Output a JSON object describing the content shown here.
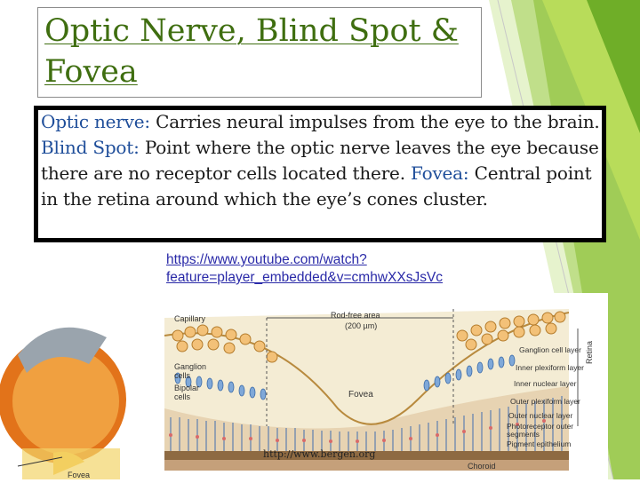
{
  "slide": {
    "title": "Optic Nerve, Blind Spot & Fovea",
    "definitions": [
      {
        "term": "Optic nerve:",
        "text": " Carries neural impulses from the eye to the brain. "
      },
      {
        "term": "Blind Spot:",
        "text": " Point where the optic nerve leaves the eye because there are no receptor cells located there. "
      },
      {
        "term": "Fovea:",
        "text": " Central point in the retina around which the eye’s cones cluster."
      }
    ],
    "link": "https://www.youtube.com/watch?feature=player_embedded&v=cmhwXXsJsVc"
  },
  "figure": {
    "left_labels": {
      "capillary": "Capillary",
      "ganglion": "Ganglion cells",
      "bipolar": "Bipolar cells",
      "fovea_bottom": "Fovea",
      "fovea_center": "Fovea"
    },
    "rod_free": {
      "label": "Rod-free area",
      "size": "(200 µm)"
    },
    "layers": [
      "Ganglion cell layer",
      "Inner plexiform layer",
      "Inner nuclear layer",
      "Outer plexiform layer",
      "Outer nuclear layer",
      "Photoreceptor outer segments",
      "Pigment epithelium"
    ],
    "retina": "Retina",
    "choroid": "Choroid",
    "watermark": "http://www.bergen.org"
  },
  "colors": {
    "title": "#3f6e10",
    "term": "#1f4e9a",
    "link": "#2a2aa8",
    "accent_green_light": "#a6ce3a",
    "accent_green_dark": "#5e9a1e"
  }
}
